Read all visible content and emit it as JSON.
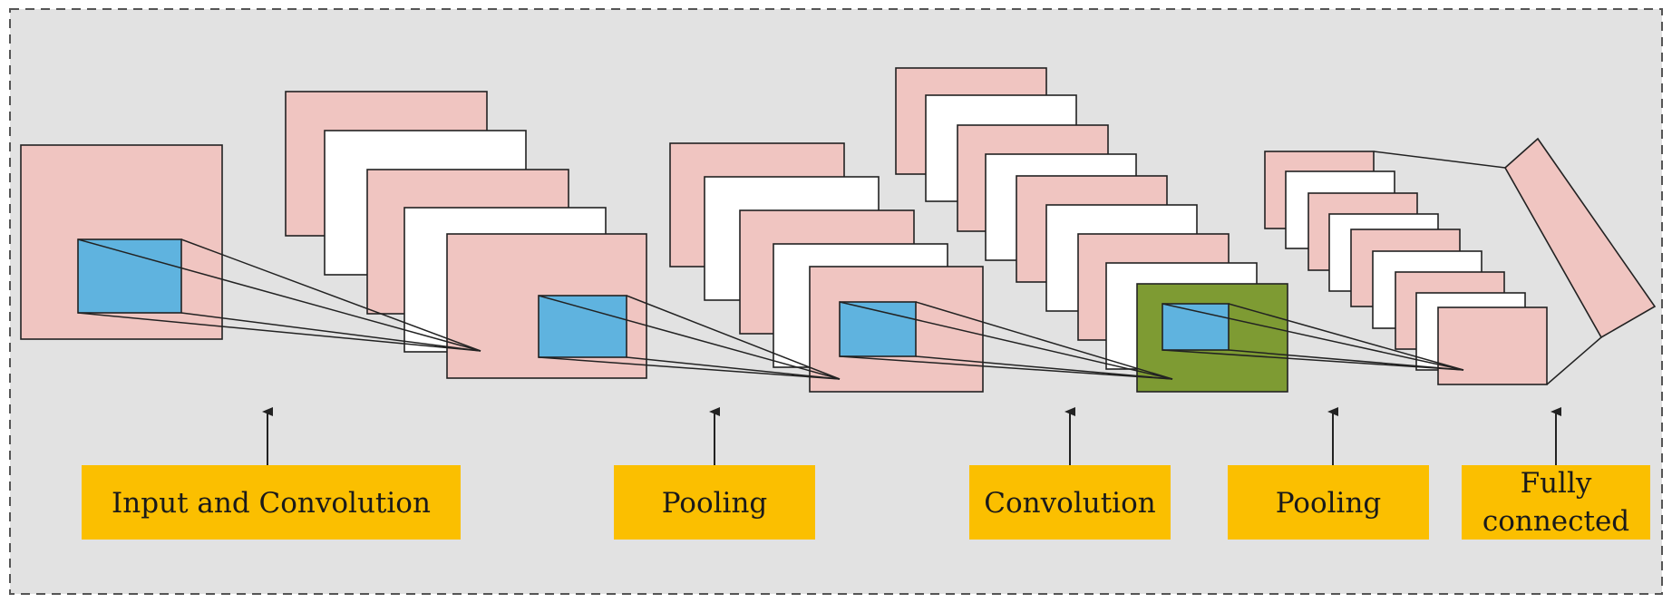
{
  "stages": [
    {
      "id": "input-and-convolution",
      "label_lines": [
        "Input and Convolution"
      ]
    },
    {
      "id": "pooling-1",
      "label_lines": [
        "Pooling"
      ]
    },
    {
      "id": "convolution",
      "label_lines": [
        "Convolution"
      ]
    },
    {
      "id": "pooling-2",
      "label_lines": [
        "Pooling"
      ]
    },
    {
      "id": "fully-connected",
      "label_lines": [
        "Fully",
        "connected"
      ]
    }
  ],
  "colors": {
    "background": "#e2e2e2",
    "border": "#555555",
    "feature_map_pink": "#f0c5c1",
    "feature_map_white": "#ffffff",
    "receptive_field_blue": "#5fb3df",
    "highlight_green": "#7e9b33",
    "label_box": "#fbbf00",
    "line": "#222222"
  }
}
